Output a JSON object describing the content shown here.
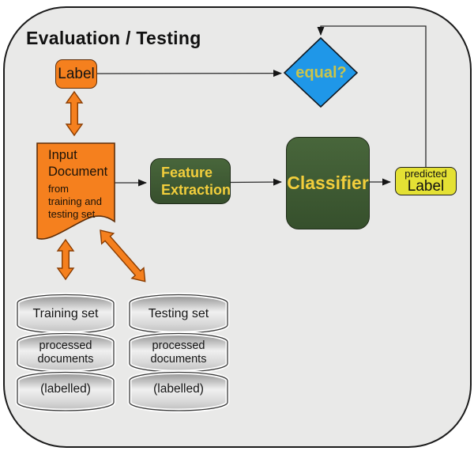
{
  "title": "Evaluation / Testing",
  "nodes": {
    "label_box": {
      "label": "Label"
    },
    "equal_diamond": {
      "label": "equal?"
    },
    "input_document": {
      "title_lines": [
        "Input",
        "Document"
      ],
      "subtitle_lines": [
        "from",
        "training and",
        "testing set"
      ]
    },
    "feature_extraction": {
      "lines": [
        "Feature",
        "Extraction"
      ]
    },
    "classifier": {
      "label": "Classifier"
    },
    "predicted_label": {
      "lines": [
        "predicted",
        "Label"
      ]
    }
  },
  "databases": [
    {
      "name": "Training set",
      "content": "processed documents",
      "note": "(labelled)"
    },
    {
      "name": "Testing set",
      "content": "processed documents",
      "note": "(labelled)"
    }
  ],
  "edges": [
    {
      "from": "Label",
      "to": "equal?",
      "style": "black-arrow"
    },
    {
      "from": "Input Document",
      "to": "Feature Extraction",
      "style": "black-arrow"
    },
    {
      "from": "Feature Extraction",
      "to": "Classifier",
      "style": "black-arrow"
    },
    {
      "from": "Classifier",
      "to": "predicted Label",
      "style": "black-arrow"
    },
    {
      "from": "predicted Label",
      "to": "equal?",
      "style": "black-arrow-elbow"
    },
    {
      "from": "Label",
      "to": "Input Document",
      "style": "orange-double-arrow"
    },
    {
      "from": "Input Document",
      "to": "Training set",
      "style": "orange-double-arrow"
    },
    {
      "from": "Input Document",
      "to": "Testing set",
      "style": "orange-double-arrow"
    }
  ],
  "colors": {
    "canvas_bg": "#e9e9e8",
    "orange": "#f5801e",
    "dark_green": "#3e5933",
    "yellow_text": "#f2ce3c",
    "diamond_blue": "#1f97e8",
    "diamond_text": "#cbc44a",
    "predicted_fill": "#e4e134",
    "cylinder_gray": "#c9c9c9"
  }
}
